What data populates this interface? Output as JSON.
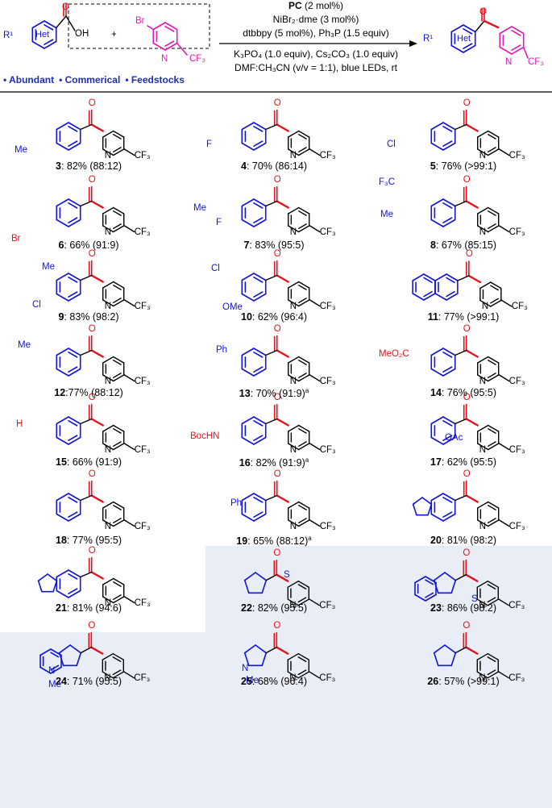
{
  "scheme": {
    "catalyst_line": [
      "PC",
      " (2 mol%)"
    ],
    "conditions": [
      "NiBr₂·dme (3 mol%)",
      "dtbbpy (5 mol%), Ph₃P (1.5 equiv)",
      "K₃PO₄ (1.0 equiv), Cs₂CO₃ (1.0 equiv)",
      "DMF:CH₃CN (v/v = 1:1), blue LEDs, rt"
    ],
    "feedstocks": [
      "• Abundant",
      "• Commerical",
      "• Feedstocks"
    ],
    "reactant_labels": {
      "r1": "R¹",
      "het": "Het",
      "oh": "OH",
      "plus": "+",
      "br": "Br",
      "n": "N",
      "cf3": "CF₃",
      "o": "O"
    }
  },
  "atom_labels": {
    "cf3": "CF₃",
    "n": "N",
    "o": "O"
  },
  "compounds": [
    {
      "id": "3",
      "yield": ": 82% (88:12)",
      "sup": ""
    },
    {
      "id": "4",
      "yield": ": 70% (86:14)",
      "sup": ""
    },
    {
      "id": "5",
      "yield": ": 76% (>99:1)",
      "sup": ""
    },
    {
      "id": "6",
      "yield": ": 66% (91:9)",
      "sup": ""
    },
    {
      "id": "7",
      "yield": ": 83% (95:5)",
      "sup": ""
    },
    {
      "id": "8",
      "yield": ": 67% (85:15)",
      "sup": ""
    },
    {
      "id": "9",
      "yield": ": 83% (98:2)",
      "sup": ""
    },
    {
      "id": "10",
      "yield": ": 62% (96:4)",
      "sup": ""
    },
    {
      "id": "11",
      "yield": ": 77% (>99:1)",
      "sup": ""
    },
    {
      "id": "12",
      "yield": ":77% (88:12)",
      "sup": ""
    },
    {
      "id": "13",
      "yield": ": 70% (91:9)",
      "sup": "a"
    },
    {
      "id": "14",
      "yield": ": 76% (95:5)",
      "sup": ""
    },
    {
      "id": "15",
      "yield": ": 66% (91:9)",
      "sup": ""
    },
    {
      "id": "16",
      "yield": ": 82% (91:9)",
      "sup": "a"
    },
    {
      "id": "17",
      "yield": ": 62% (95:5)",
      "sup": ""
    },
    {
      "id": "18",
      "yield": ": 77% (95:5)",
      "sup": ""
    },
    {
      "id": "19",
      "yield": ": 65% (88:12)",
      "sup": "a"
    },
    {
      "id": "20",
      "yield": ": 81% (98:2)",
      "sup": ""
    },
    {
      "id": "21",
      "yield": ": 81% (94:6)",
      "sup": ""
    },
    {
      "id": "22",
      "yield": ": 82% (95:5)",
      "sup": ""
    },
    {
      "id": "23",
      "yield": ": 86% (98:2)",
      "sup": ""
    },
    {
      "id": "24",
      "yield": ": 71% (95:5)",
      "sup": ""
    },
    {
      "id": "25",
      "yield": ": 68% (96:4)",
      "sup": ""
    },
    {
      "id": "26",
      "yield": ": 57% (>99:1)",
      "sup": ""
    }
  ],
  "substituents": {
    "s3": "Me",
    "s4": "F",
    "s5": "Cl",
    "s6": "Br",
    "s7a": "Me",
    "s7b": "F",
    "s8a": "F₃C",
    "s8b": "Me",
    "s9a": "Me",
    "s9b": "Cl",
    "s10a": "Cl",
    "s10b": "OMe",
    "s12": "Me",
    "s13": "Ph",
    "s14": "MeO₂C",
    "s15": "H",
    "s16": "BocHN",
    "s17": "OAc",
    "s19": "Ph",
    "s22": "S",
    "s23": "S",
    "s24a": "N",
    "s24b": "Me",
    "s25a": "N",
    "s25b": "Me"
  }
}
